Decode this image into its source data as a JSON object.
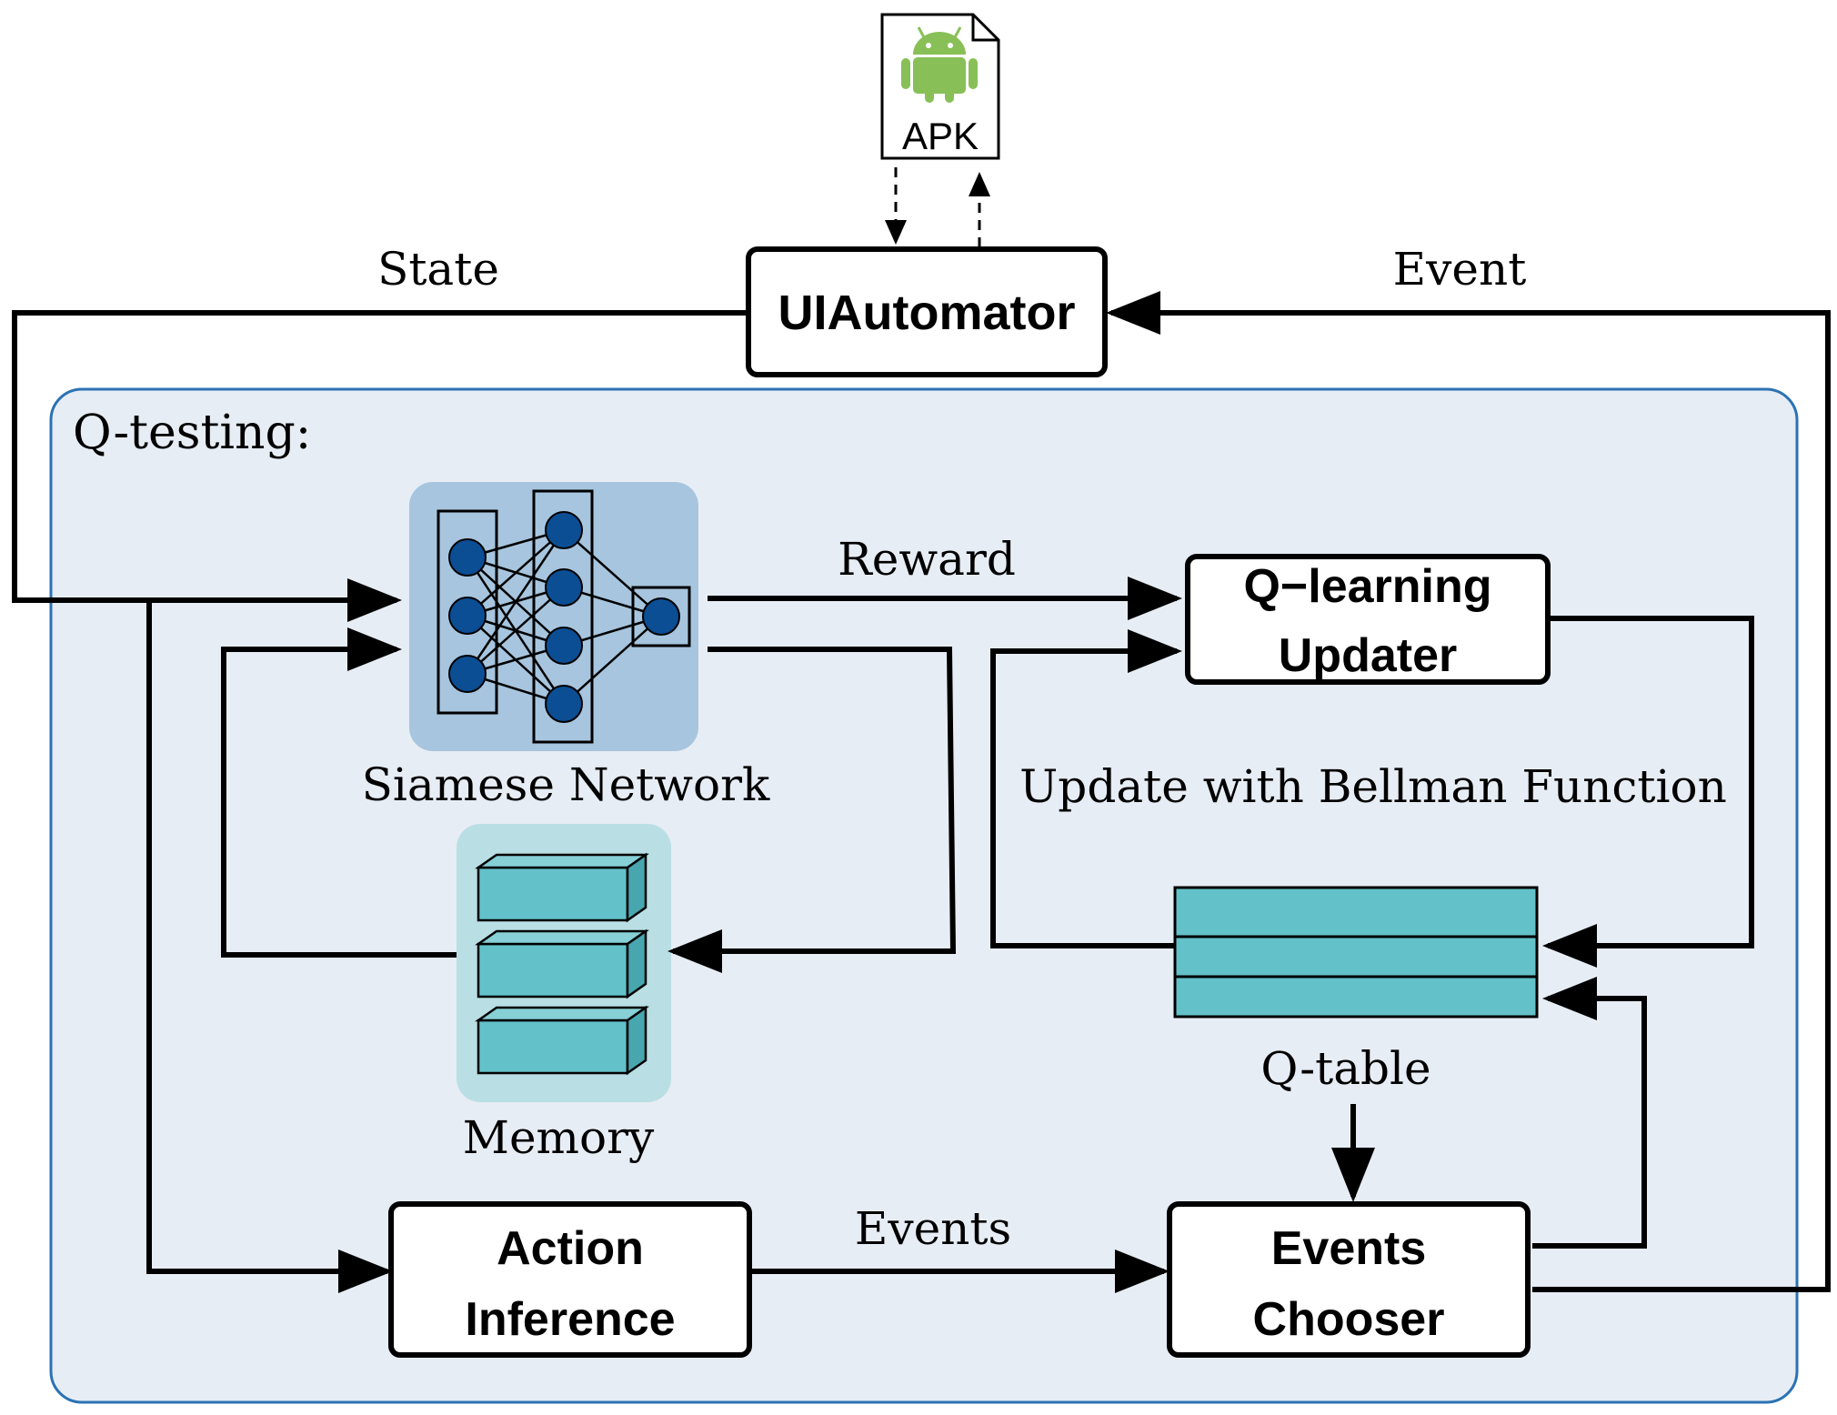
{
  "apk": {
    "label": "APK"
  },
  "nodes": {
    "uiautomator": "UIAutomator",
    "q_learning_updater": [
      "Q−learning",
      "Updater"
    ],
    "action_inference": [
      "Action",
      "Inference"
    ],
    "events_chooser": [
      "Events",
      "Chooser"
    ]
  },
  "container": {
    "label": "Q-testing:"
  },
  "components": {
    "siamese_network": "Siamese Network",
    "memory": "Memory",
    "q_table": "Q-table"
  },
  "edges": {
    "state": "State",
    "event": "Event",
    "reward": "Reward",
    "update": "Update with Bellman Function",
    "events": "Events"
  },
  "colors": {
    "container_fill": "#e7edf4",
    "container_border": "#2c72b4",
    "siamese_bg": "#a7c5de",
    "neuron": "#0c4e94",
    "memory_bg": "#b9dfe4",
    "block_front": "#63c1c9",
    "block_side": "#48a6af",
    "block_top": "#86d0d6",
    "android_green": "#88c057"
  }
}
